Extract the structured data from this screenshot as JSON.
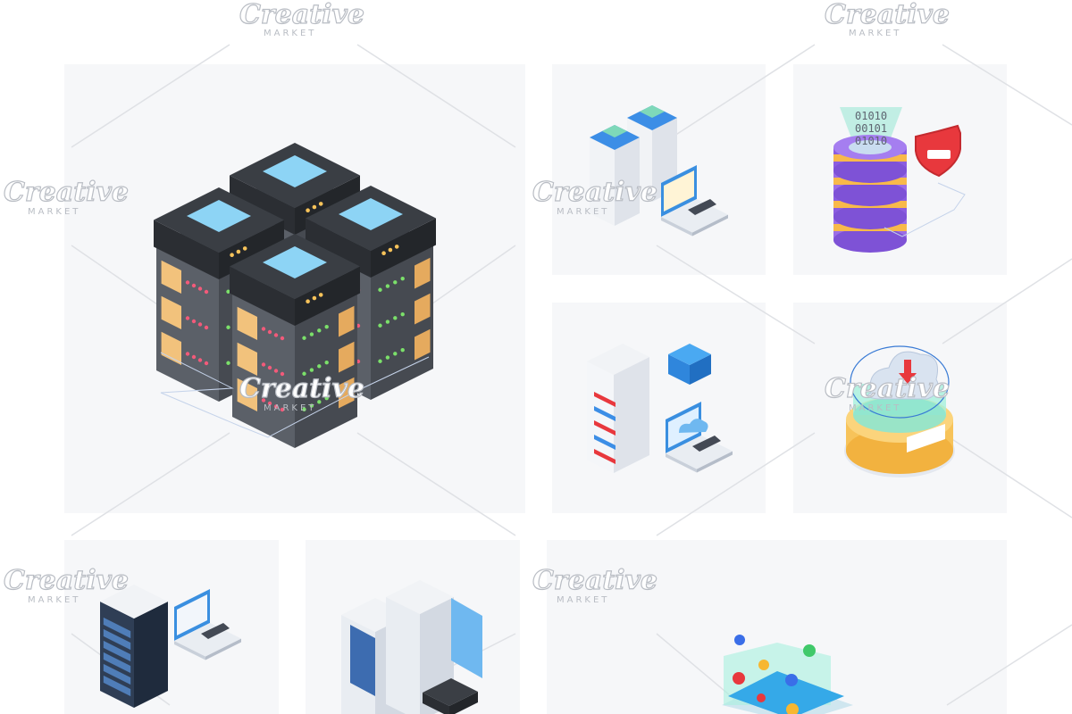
{
  "watermark": {
    "brand": "Creative",
    "sub": "MARKET"
  },
  "database_tile": {
    "binary_lines": [
      "01010",
      "00101",
      "01010"
    ]
  },
  "colors": {
    "panel": "#f6f7f9",
    "rack_dark": "#3a3e44",
    "screen_blue": "#8dd4f5",
    "drawer_tan": "#f2c27c",
    "db_purple": "#9b6de6",
    "db_orange": "#f8b94a",
    "shield_red": "#e8383d",
    "platform_orange": "#f7c35a",
    "platform_green": "#6fe0c8"
  },
  "icons": [
    "server-cluster-icon",
    "server-laptop-network-icon",
    "database-security-icon",
    "server-cloud-laptop-icon",
    "cloud-download-platform-icon",
    "rack-laptop-icon",
    "server-cabinet-icon",
    "data-platform-icon"
  ]
}
